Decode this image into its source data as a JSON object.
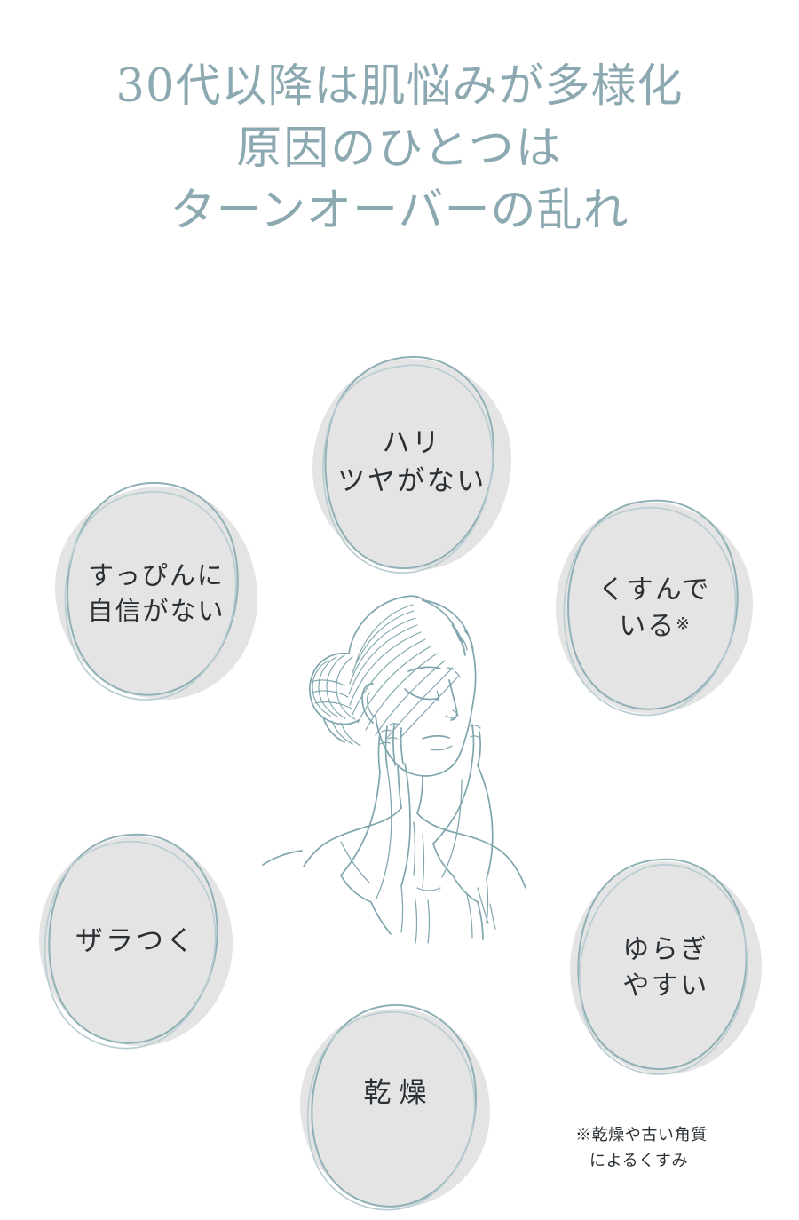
{
  "page": {
    "background_color": "#ffffff",
    "accent_color": "#8ca9b1",
    "ink_color": "#7fa5ad",
    "bubble_fill_color": "#e4e4e4",
    "text_color": "#2b3035"
  },
  "headline": {
    "line1": "30代以降は肌悩みが多様化",
    "line2": "原因のひとつは",
    "line3": "ターンオーバーの乱れ"
  },
  "bubbles": [
    {
      "id": "hari",
      "name": "bubble-hari-tsuya-ga-nai",
      "line1": "ハリ",
      "line2": "ツヤがない"
    },
    {
      "id": "suppin",
      "name": "bubble-suppin-ni-jishin-ga-nai",
      "line1": "すっぴんに",
      "line2": "自信がない"
    },
    {
      "id": "kusundeiru",
      "name": "bubble-kusundeiru",
      "line1": "くすんで",
      "line2": "いる",
      "mark": "※"
    },
    {
      "id": "zara",
      "name": "bubble-zaratsuku",
      "line1": "ザラつく"
    },
    {
      "id": "yuragi",
      "name": "bubble-yuragiyasui",
      "line1": "ゆらぎ",
      "line2": "やすい"
    },
    {
      "id": "kanso",
      "name": "bubble-kanso",
      "line1": "乾燥"
    }
  ],
  "footnote": {
    "line1": "※乾燥や古い角質",
    "line2": "によるくすみ"
  },
  "illustration": {
    "alt": "woman-touching-face-line-art"
  }
}
